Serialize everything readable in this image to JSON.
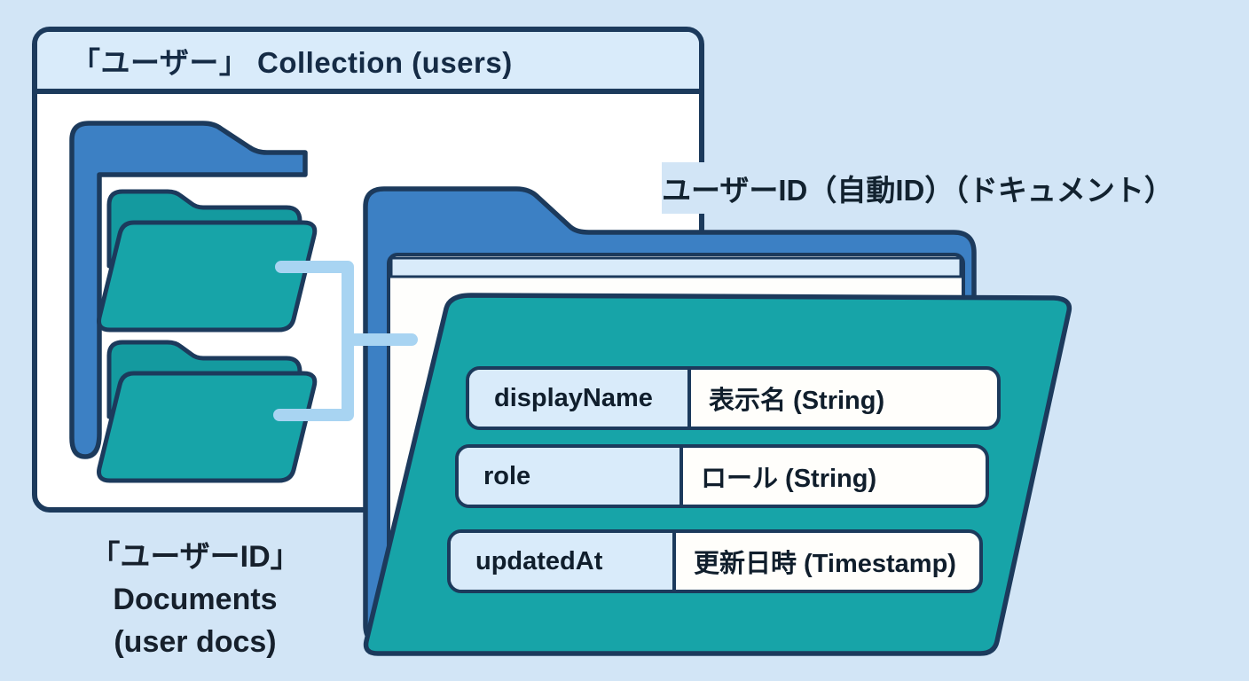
{
  "collection_box": {
    "title": "「ユーザー」 Collection (users)"
  },
  "document_label": {
    "text": "ユーザーID（自動ID）（ドキュメント）"
  },
  "documents_caption": {
    "lines": [
      "「ユーザーID」",
      "Documents",
      "(user docs)"
    ]
  },
  "fields": [
    {
      "name": "displayName",
      "type_label": "表示名 (String)"
    },
    {
      "name": "role",
      "type_label": "ロール (String)"
    },
    {
      "name": "updatedAt",
      "type_label": "更新日時 (Timestamp)"
    }
  ],
  "icons": [
    "users-collection-folder-icon",
    "user-document-folder-icon",
    "user-document-folder-icon-2",
    "document-folder-icon",
    "document-page-icon",
    "document-fields-panel",
    "hierarchy-connector-line"
  ],
  "palette": {
    "background": "#d2e5f6",
    "outline_navy": "#1c3a5c",
    "folder_blue": "#3c80c4",
    "folder_teal": "#17a4a8",
    "light_blue_fill": "#d9ebfa",
    "connector_blue": "#a8d4f2",
    "page_white": "#fefefc",
    "text_dark": "#101e2c"
  }
}
